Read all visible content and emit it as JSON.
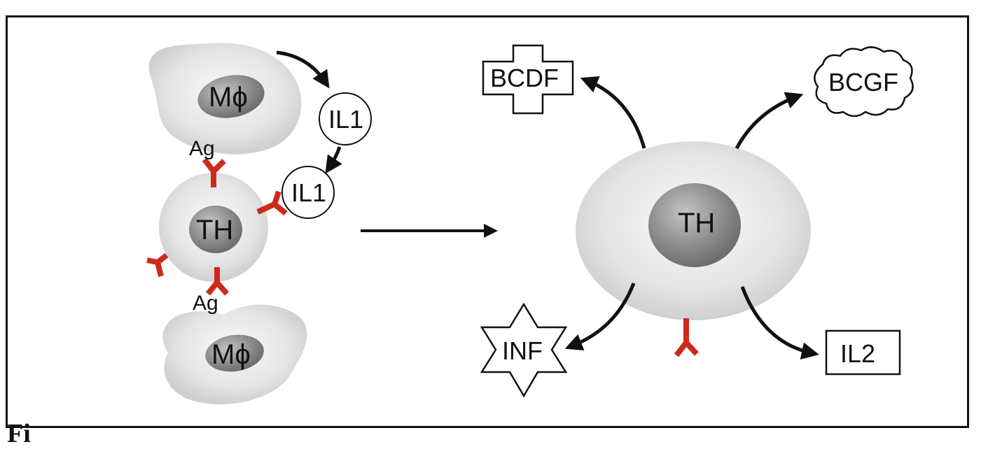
{
  "labels": {
    "macrophage_top": "Mϕ",
    "macrophage_bottom": "Mϕ",
    "ag_top": "Ag",
    "ag_bottom": "Ag",
    "th_small": "TH",
    "th_large": "TH",
    "il1_top": "IL1",
    "il1_bottom": "IL1",
    "bcdf": "BCDF",
    "bcgf": "BCGF",
    "inf": "INF",
    "il2": "IL2"
  },
  "caption": "Fi",
  "colors": {
    "receptor": "#cc2a1a",
    "arrow": "#111111",
    "cell": "#e6e6e6",
    "nucleus": "#9a9a9a"
  }
}
